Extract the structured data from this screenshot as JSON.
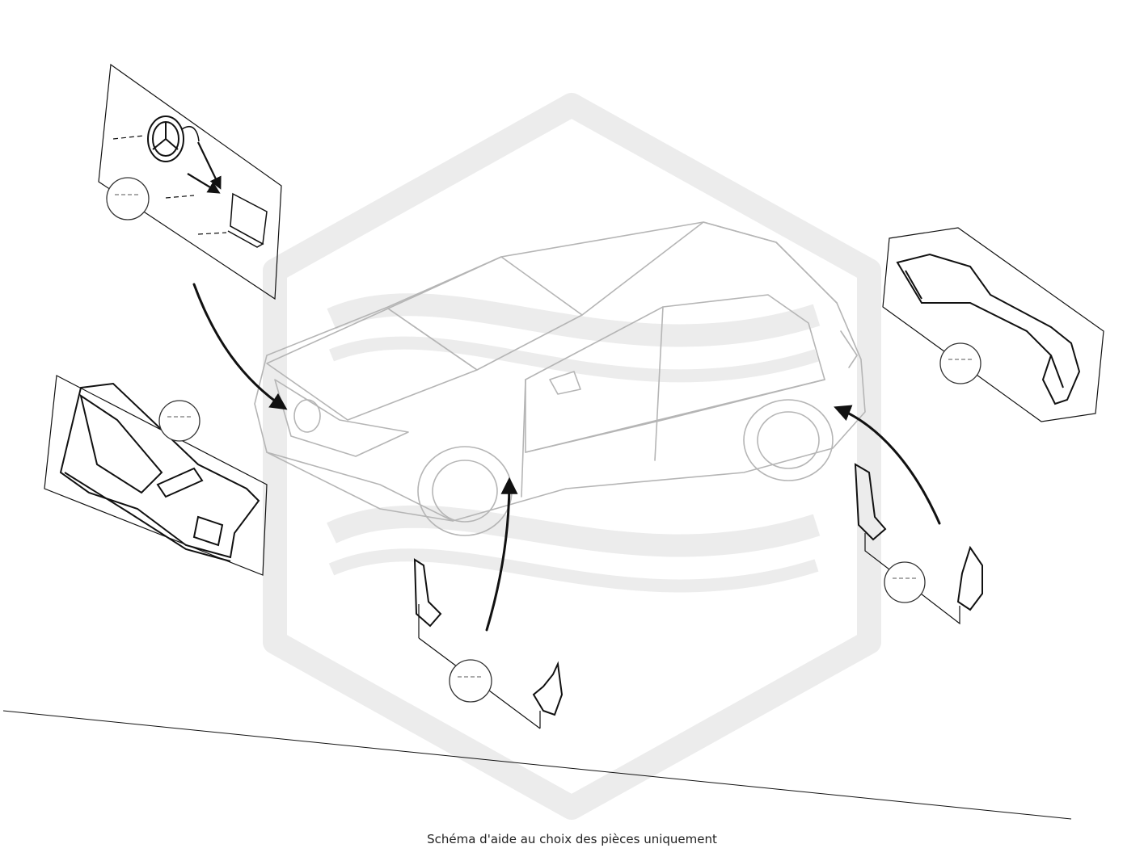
{
  "caption": "Schéma d'aide au choix des pièces uniquement",
  "colors": {
    "line": "#111111",
    "car_outline": "#b5b5b5",
    "watermark": "#ececec",
    "callout_fill": "#ffffff"
  },
  "parts": [
    {
      "id": "emblem-and-module",
      "icon": "star-emblem-icon"
    },
    {
      "id": "front-bumper",
      "icon": "front-bumper-icon"
    },
    {
      "id": "front-wheel-arch-trims",
      "icon": "wheel-arch-trim-icon"
    },
    {
      "id": "rear-bumper",
      "icon": "rear-bumper-icon"
    },
    {
      "id": "rear-wheel-arch-trims",
      "icon": "wheel-arch-trim-icon"
    }
  ]
}
